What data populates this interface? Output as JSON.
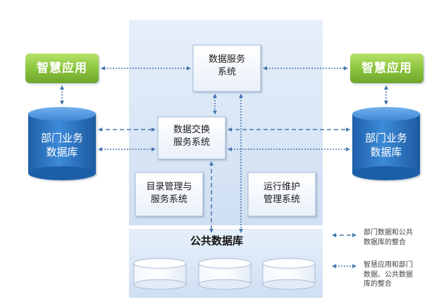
{
  "apps": {
    "left_label": "智慧应用",
    "right_label": "智慧应用"
  },
  "center": {
    "data_service": [
      "数据服务",
      "系统"
    ],
    "data_exchange": [
      "数据交换",
      "服务系统"
    ],
    "catalog": [
      "目录管理与",
      "服务系统"
    ],
    "ops": [
      "运行维护",
      "管理系统"
    ],
    "public_db_title": "公共数据库"
  },
  "dept_db": {
    "left": [
      "部门业务",
      "数据库"
    ],
    "right": [
      "部门业务",
      "数据库"
    ]
  },
  "legend": {
    "dashed": [
      "部门数据和公共",
      "数据库的整合"
    ],
    "dotted": [
      "智慧应用和部门",
      "数据、公共数据",
      "库的整合"
    ]
  },
  "colors": {
    "app_green": "#8cc63f",
    "db_blue": "#2e75c0",
    "connector": "#4a78b0",
    "panel": "#dde9f7"
  }
}
